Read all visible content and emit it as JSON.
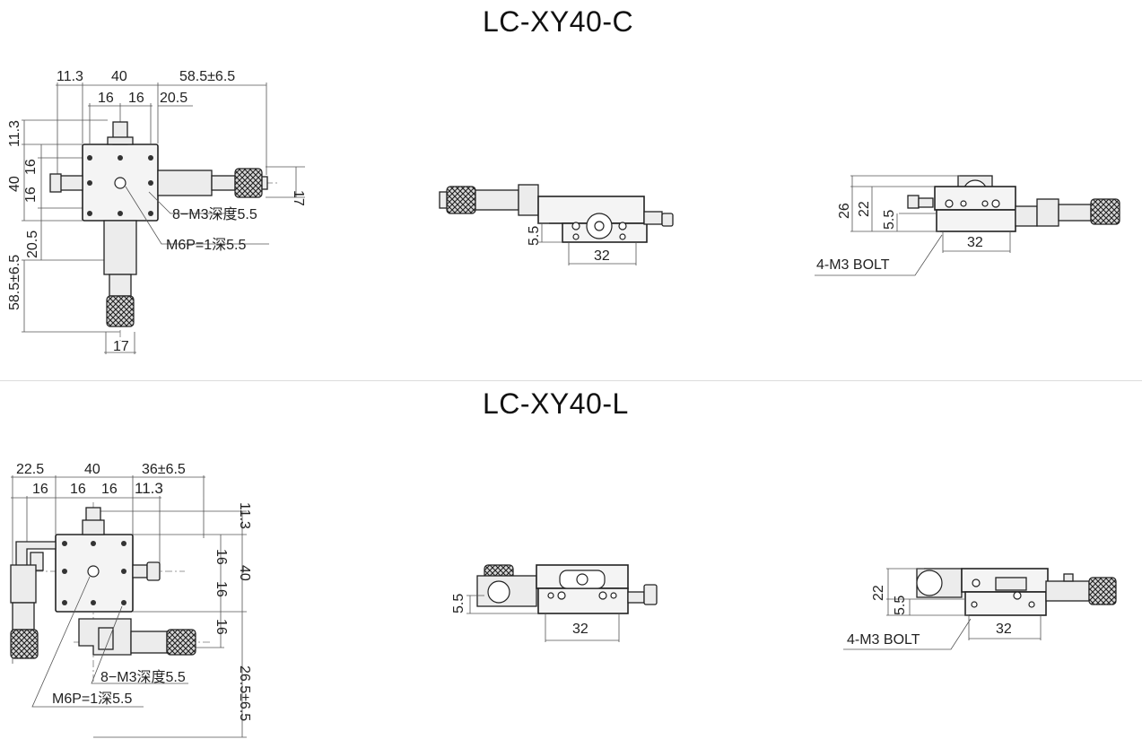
{
  "titles": {
    "top": "LC-XY40-C",
    "bottom": "LC-XY40-L"
  },
  "c_plan": {
    "d_11_3_h": "11.3",
    "d_40": "40",
    "d_58_5": "58.5±6.5",
    "d_16a": "16",
    "d_16b": "16",
    "d_20_5_h": "20.5",
    "d_11_3_v": "11.3",
    "d_16_v1": "16",
    "d_40_v": "40",
    "d_16_v2": "16",
    "d_17_r": "17",
    "d_20_5_v": "20.5",
    "d_58_5_v": "58.5±6.5",
    "d_17_b": "17",
    "label_m3": "8−M3深度5.5",
    "label_m6": "M6P=1深5.5"
  },
  "c_front": {
    "d_5_5": "5.5",
    "d_32": "32"
  },
  "c_side": {
    "d_26": "26",
    "d_22": "22",
    "d_5_5": "5.5",
    "d_32": "32",
    "label_bolt": "4-M3 BOLT"
  },
  "l_plan": {
    "d_22_5": "22.5",
    "d_40": "40",
    "d_36": "36±6.5",
    "d_16_l": "16",
    "d_16a": "16",
    "d_16b": "16",
    "d_11_3_h": "11.3",
    "d_11_3_v": "11.3",
    "d_16_v1": "16",
    "d_40_v": "40",
    "d_16_v2": "16",
    "d_16_v3": "16",
    "d_26_5": "26.5±6.5",
    "label_m3": "8−M3深度5.5",
    "label_m6": "M6P=1深5.5"
  },
  "l_front": {
    "d_5_5": "5.5",
    "d_32": "32"
  },
  "l_side": {
    "d_22": "22",
    "d_5_5": "5.5",
    "d_32": "32",
    "label_bolt": "4-M3 BOLT"
  }
}
